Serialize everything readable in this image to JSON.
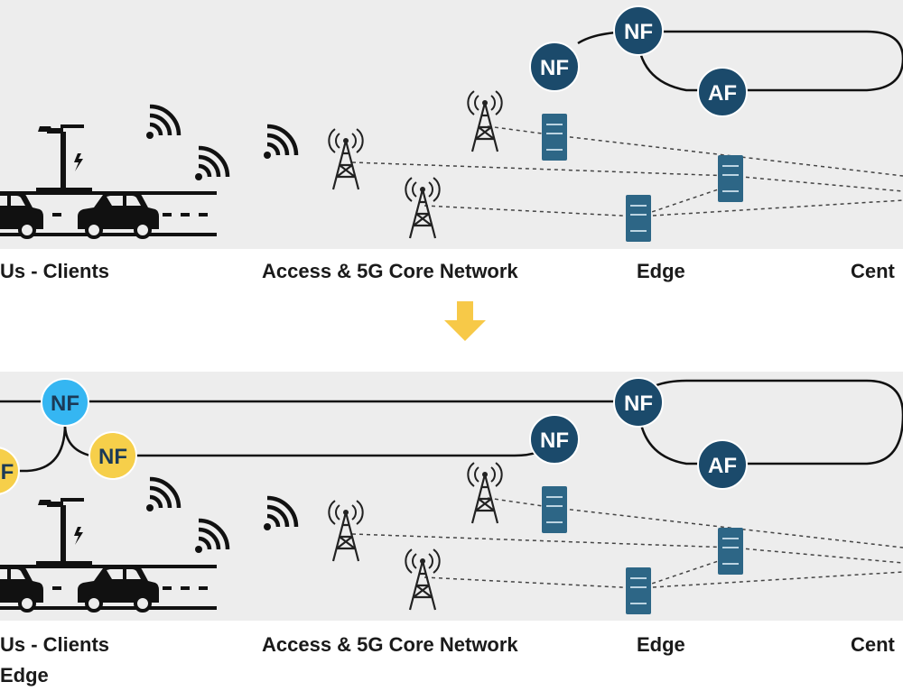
{
  "top_panel": {
    "labels": {
      "clients": "Us - Clients",
      "access": "Access & 5G Core Network",
      "edge": "Edge",
      "central": "Cent"
    },
    "nodes": {
      "nf_left": "NF",
      "nf_top": "NF",
      "af": "AF"
    }
  },
  "bottom_panel": {
    "labels": {
      "clients": "Us - Clients",
      "clients_edge": "Edge",
      "access": "Access & 5G Core Network",
      "edge": "Edge",
      "central": "Cent"
    },
    "nodes": {
      "nf_blue": "NF",
      "nf_yellow": "NF",
      "f_yellow_partial": "F",
      "nf_core": "NF",
      "nf_top": "NF",
      "af": "AF"
    }
  },
  "colors": {
    "panel_bg": "#ededed",
    "node_dark": "#1b4a6b",
    "node_blue": "#35b6f2",
    "node_yellow": "#f6cf4a",
    "server": "#2d6686",
    "arrow": "#f7c948",
    "line": "#111111"
  }
}
